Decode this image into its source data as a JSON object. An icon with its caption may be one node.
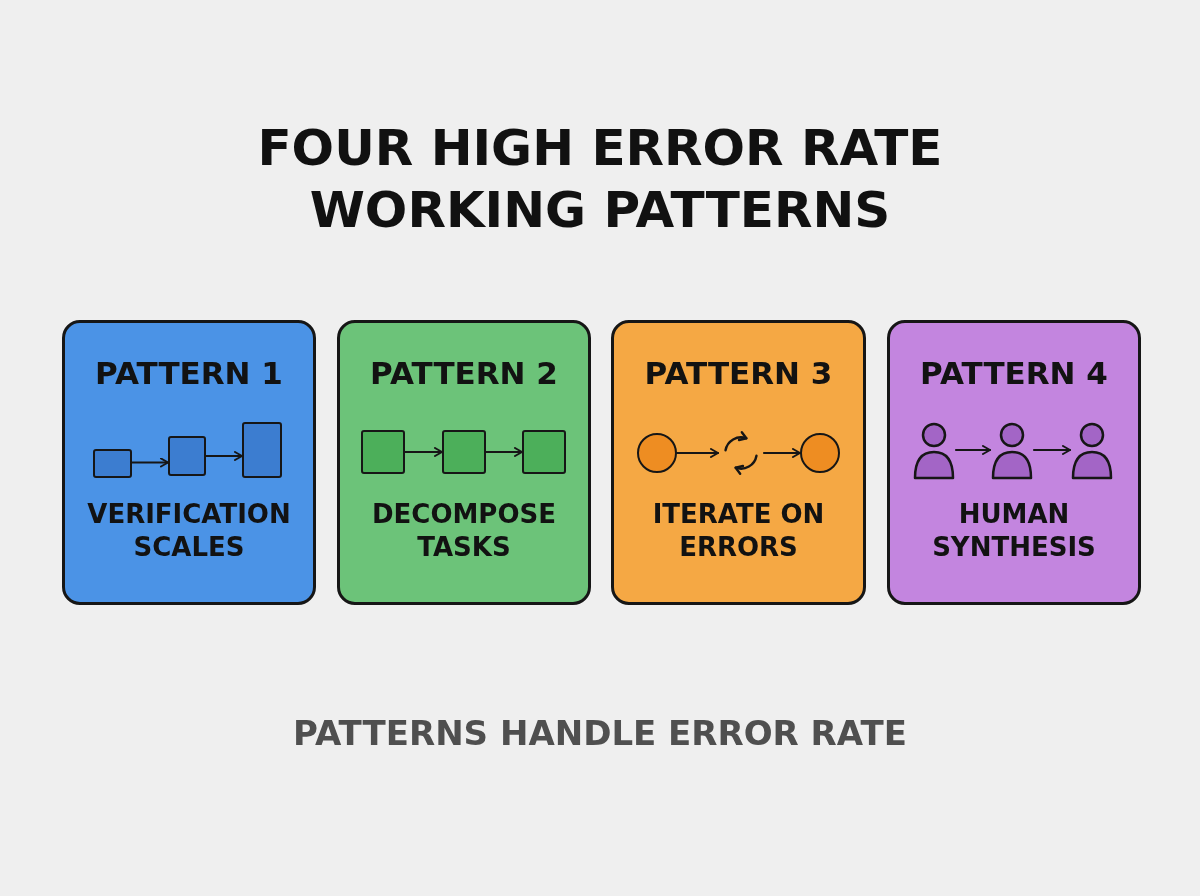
{
  "diagram": {
    "title": "FOUR HIGH ERROR RATE WORKING PATTERNS",
    "caption": "PATTERNS HANDLE ERROR RATE",
    "nodes": [
      {
        "text": [
          "PATTERN 1",
          "VERIFICATION SCALES"
        ]
      },
      {
        "text": [],
        "shape": "box",
        "in": 0
      },
      {
        "text": [],
        "shape": "box",
        "in": 0
      },
      {
        "text": [],
        "shape": "box",
        "in": 0
      },
      {
        "text": [
          "PATTERN 2",
          "DECOMPOSE TASKS"
        ]
      },
      {
        "text": [],
        "shape": "box",
        "in": 4
      },
      {
        "text": [],
        "shape": "box",
        "in": 4
      },
      {
        "text": [],
        "shape": "box",
        "in": 4
      },
      {
        "text": [
          "PATTERN 3",
          "ITERATE ON ERRORS"
        ]
      },
      {
        "text": [],
        "shape": "circle",
        "in": 8
      },
      {
        "text": [],
        "shape": "loop",
        "in": 8
      },
      {
        "text": [],
        "shape": "circle",
        "in": 8
      },
      {
        "text": [
          "PATTERN 4",
          "HUMAN SYNTHESIS"
        ]
      },
      {
        "text": [],
        "shape": "person",
        "in": 12
      },
      {
        "text": [],
        "shape": "person",
        "in": 12
      },
      {
        "text": [],
        "shape": "person",
        "in": 12
      }
    ],
    "edges": [
      {
        "from": 1,
        "to": 2,
        "arrow": "to"
      },
      {
        "from": 2,
        "to": 3,
        "arrow": "to"
      },
      {
        "from": 5,
        "to": 6,
        "arrow": "to"
      },
      {
        "from": 6,
        "to": 7,
        "arrow": "to"
      },
      {
        "from": 9,
        "to": 10,
        "arrow": "to"
      },
      {
        "from": 10,
        "to": 11,
        "arrow": "to"
      },
      {
        "from": 13,
        "to": 14,
        "arrow": "to"
      },
      {
        "from": 14,
        "to": 15,
        "arrow": "to"
      }
    ]
  }
}
